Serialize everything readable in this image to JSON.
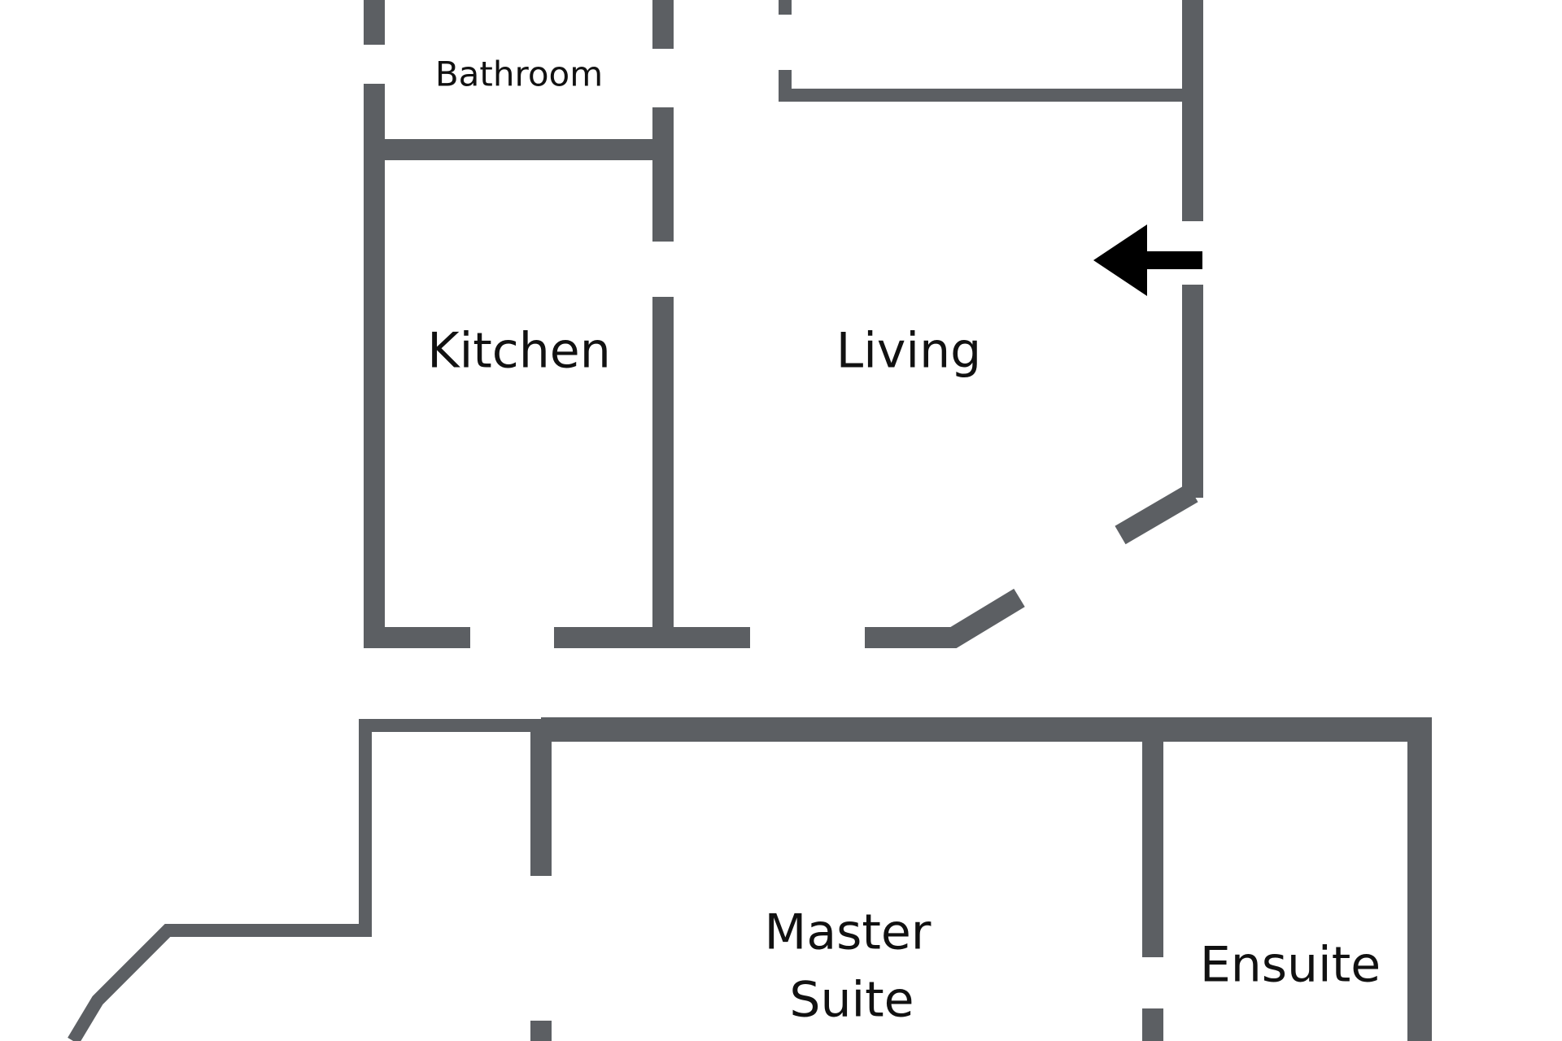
{
  "rooms": {
    "bathroom": "Bathroom",
    "kitchen": "Kitchen",
    "living": "Living",
    "master_suite_line1": "Master",
    "master_suite_line2": "Suite",
    "ensuite": "Ensuite"
  },
  "entry_arrow": {
    "icon": "arrow-left-icon",
    "color": "#000000"
  },
  "colors": {
    "wall": "#5c5f63",
    "background": "#ffffff",
    "text": "#111111"
  }
}
